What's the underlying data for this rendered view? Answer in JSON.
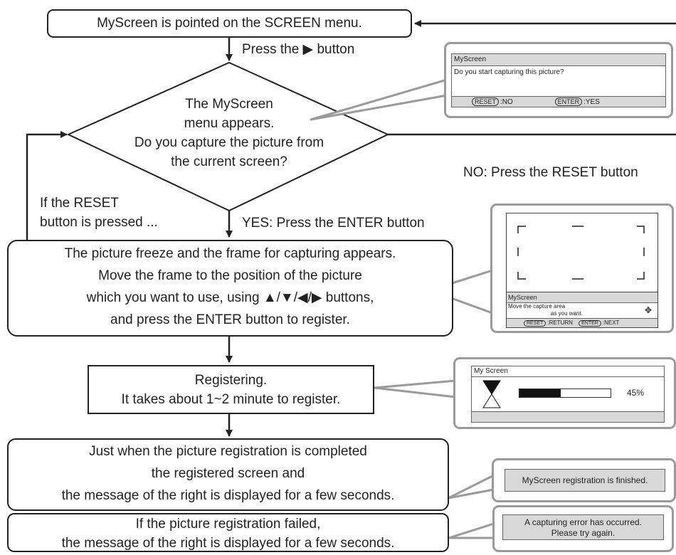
{
  "start_box": {
    "text": "MyScreen is pointed on the SCREEN menu."
  },
  "press_right_label": "Press the",
  "press_right_suffix": "button",
  "decision": {
    "lines": [
      "The MyScreen",
      "menu appears.",
      "Do you capture the picture from",
      "the current screen?"
    ]
  },
  "no_label": "NO: Press the RESET button",
  "reset_note": {
    "lines": [
      "If the RESET",
      "button is pressed ..."
    ]
  },
  "yes_label": "YES: Press the ENTER button",
  "frame_box": {
    "line1": "The picture freeze and the frame for capturing appears.",
    "line2": "Move the frame to the position of the picture",
    "line3_prefix": "which you want to use, using",
    "line3_arrows": "▲/▼/◀/▶",
    "line3_suffix": "buttons,",
    "line4": "and press the ENTER button to register."
  },
  "registering_box": {
    "line1": "Registering.",
    "line2": "It takes about 1~2 minute to register."
  },
  "complete_box": {
    "lines": [
      "Just when the picture registration is completed",
      "the registered screen and",
      "the message of the right is displayed for a few seconds."
    ]
  },
  "failed_box": {
    "lines": [
      "If the picture registration failed,",
      "the message of the right is displayed for a few seconds."
    ]
  },
  "osd_capture": {
    "title": "MyScreen",
    "question": "Do you start capturing this picture?",
    "reset_key": "RESET",
    "reset_action": ":NO",
    "enter_key": "ENTER",
    "enter_action": ":YES"
  },
  "osd_frame": {
    "title": "MyScreen",
    "line1": "Move the capture area",
    "line2": "as you want.",
    "reset_key": "RESET",
    "reset_action": ":RETURN",
    "enter_key": "ENTER",
    "enter_action": ":NEXT"
  },
  "osd_progress": {
    "title": "My Screen",
    "percent_label": "45%",
    "progress": 0.45
  },
  "msg_finished": "MyScreen registration is finished.",
  "msg_error": {
    "line1": "A capturing error has occurred.",
    "line2": "Please try again."
  }
}
